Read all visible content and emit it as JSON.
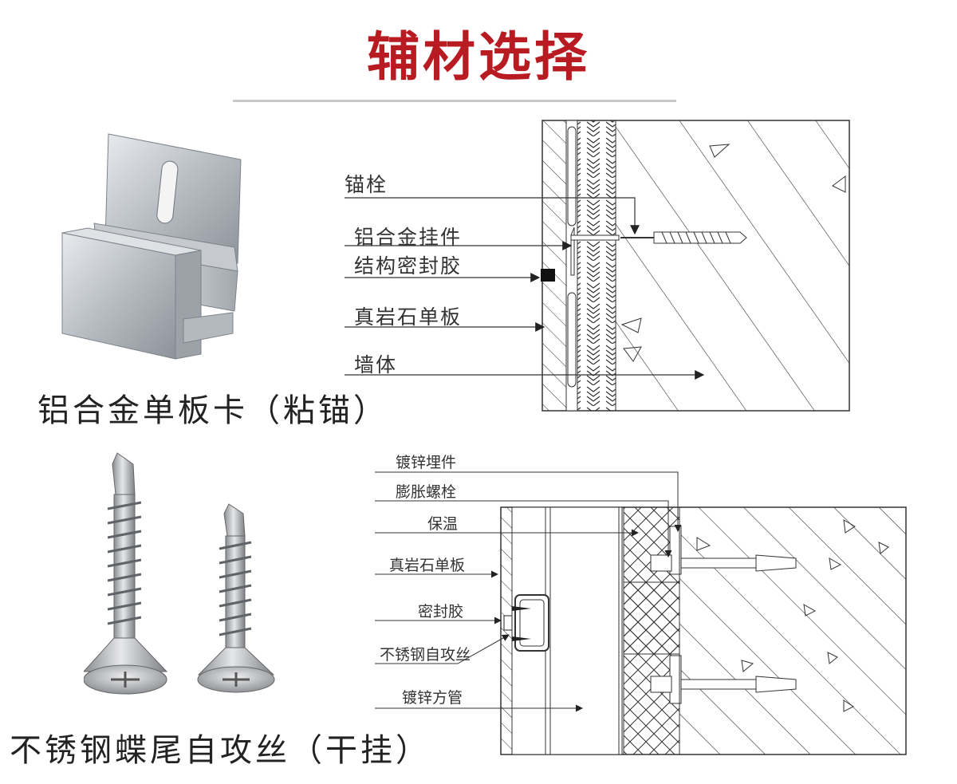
{
  "title": "辅材选择",
  "top_product": {
    "caption": "铝合金单板卡（粘锚）"
  },
  "bottom_product": {
    "caption": "不锈钢蝶尾自攻丝（干挂）"
  },
  "diagram_top": {
    "labels": [
      "锚栓",
      "铝合金挂件",
      "结构密封胶",
      "真岩石单板",
      "墙体"
    ]
  },
  "diagram_bottom": {
    "labels": [
      "镀锌埋件",
      "膨胀螺栓",
      "保温",
      "真岩石单板",
      "密封胶",
      "不锈钢自攻丝",
      "镀锌方管"
    ]
  },
  "colors": {
    "title": "#b81c22",
    "rule": "#c8c8c8",
    "line": "#333333"
  }
}
